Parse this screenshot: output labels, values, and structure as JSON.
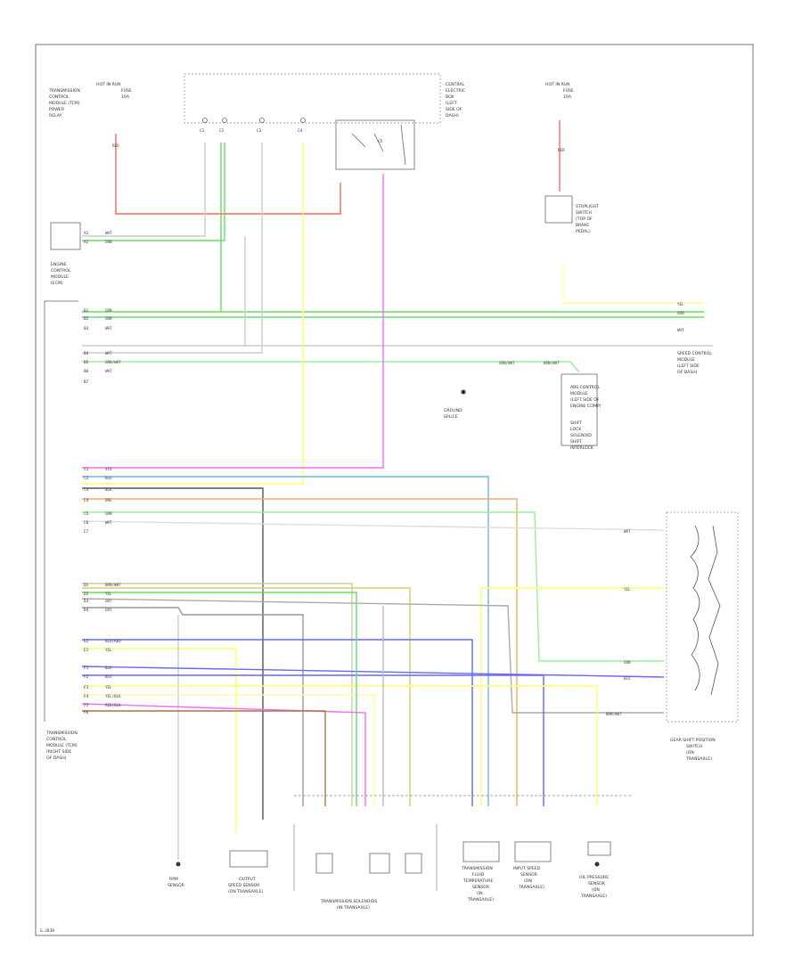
{
  "diagram": {
    "components": {
      "hot_in_run_left": [
        "HOT IN RUN",
        "FUSE",
        "10A"
      ],
      "tcm_power_relay": [
        "TRANSMISSION",
        "CONTROL",
        "MODULE (TCM)",
        "POWER",
        "RELAY"
      ],
      "central_electric_box": [
        "CENTRAL",
        "ELECTRIC",
        "BOX",
        "(LEFT",
        "SIDE OF",
        "DASH)"
      ],
      "hot_in_run_right": [
        "HOT IN RUN",
        "FUSE",
        "10A"
      ],
      "engine_control_module": [
        "ENGINE",
        "CONTROL",
        "MODULE",
        "(ECM)"
      ],
      "stoplight_switch": [
        "STOPLIGHT",
        "SWITCH",
        "(TOP OF",
        "BRAKE",
        "PEDAL)"
      ],
      "abs_control_module": [
        "ABS CONTROL",
        "MODULE",
        "(LEFT SIDE OF",
        "ENGINE COMP)"
      ],
      "speed_control_module": [
        "SPEED CONTROL",
        "MODULE",
        "(LEFT SIDE",
        "OF DASH)"
      ],
      "ground_splice": [
        "GROUND",
        "SPLICE"
      ],
      "shift_lock": [
        "SHIFT",
        "LOCK",
        "SOLENOID",
        "SHIFT",
        "INTERLOCK"
      ],
      "tcm": [
        "TRANSMISSION",
        "CONTROL",
        "MODULE (TCM)",
        "(RIGHT SIDE",
        "OF DASH)"
      ],
      "gear_shift_position_switch": [
        "GEAR SHIFT POSITION",
        "SWITCH",
        "(ON",
        "TRANSAXLE)"
      ],
      "rpm_sensor": [
        "RPM",
        "SENSOR"
      ],
      "output_speed_sensor": [
        "OUTPUT",
        "SPEED SENSOR",
        "(ON TRANSAXLE)"
      ],
      "transmission_solenoids": [
        "TRANSMISSION SOLENOIDS",
        "(IN TRANSAXLE)"
      ],
      "fluid_temp_sensor": [
        "TRANSMISSION",
        "FLUID",
        "TEMPERATURE",
        "SENSOR",
        "(IN",
        "TRANSAXLE)"
      ],
      "input_speed_sensor": [
        "INPUT SPEED",
        "SENSOR",
        "(ON",
        "TRANSAXLE)"
      ],
      "oil_pressure_sensor": [
        "OIL PRESSURE",
        "SENSOR",
        "(ON",
        "TRANSAXLE)"
      ]
    },
    "fuse_pins": [
      "C1",
      "C2",
      "C3",
      "C4",
      "C5"
    ],
    "left_pins": [
      "A1",
      "A2",
      "B1",
      "B2",
      "B3",
      "B4",
      "B5",
      "B6",
      "B7",
      "C1",
      "C2",
      "C3",
      "C4",
      "C5",
      "C6",
      "C7",
      "D1",
      "D2",
      "D3",
      "D4",
      "E1",
      "E2",
      "F1",
      "F2",
      "F3",
      "F4",
      "F5",
      "F6"
    ],
    "wire_colors": [
      "RED",
      "GRN",
      "WHT",
      "YEL",
      "VIO",
      "BRN",
      "BLU",
      "ORG",
      "BLK",
      "GRY",
      "GRN/WHT",
      "BRN/WHT",
      "BLU/RED",
      "YEL/BLK",
      "RED/BLK"
    ],
    "footer_code": "G.2038"
  }
}
